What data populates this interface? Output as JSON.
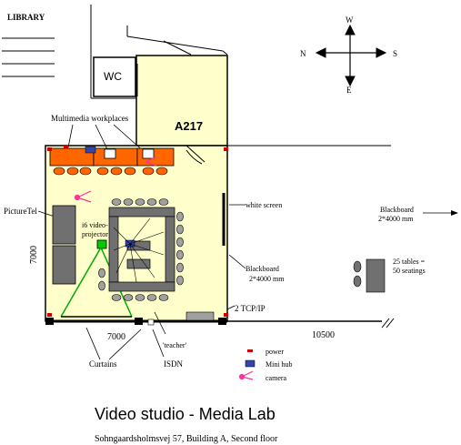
{
  "labels": {
    "library": "LIBRARY",
    "wc": "WC",
    "room": "A217",
    "multimedia": "Multimedia workplaces",
    "picturetel": "PictureTel",
    "projector_line1": "i6 video-",
    "projector_line2": "projector",
    "white_screen": "white screen",
    "blackboard1_line1": "Blackboard",
    "blackboard1_line2": "2*4000 mm",
    "blackboard2_line1": "Blackboard",
    "blackboard2_line2": "2*4000 mm",
    "tables_line1": "25 tables =",
    "tables_line2": "50 seatings",
    "tcp": "2 TCP/IP",
    "dim_height": "7000",
    "dim_width": "7000",
    "dim_long": "10500",
    "teacher": "'teacher'",
    "curtains": "Curtains",
    "isdn": "ISDN",
    "title": "Video studio - Media Lab",
    "subtitle": "Sohngaardsholmsvej 57, Building A, Second floor"
  },
  "compass": {
    "n": "N",
    "s": "S",
    "w": "W",
    "e": "E"
  },
  "legend": {
    "power": "power",
    "minihub": "Mini hub",
    "camera": "camera"
  },
  "colors": {
    "floor": "#ffffcc",
    "desk": "#ff6600",
    "furniture": "#606060",
    "projector": "#00cc00",
    "beam": "#00aa00",
    "power": "#cc0000",
    "minihub": "#3344aa",
    "camera": "#ff3399"
  }
}
